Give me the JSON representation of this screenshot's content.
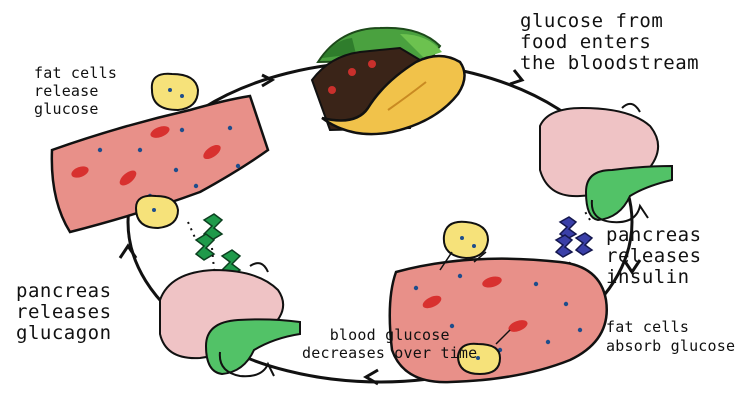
{
  "labels": {
    "glucose_from_food": [
      "glucose from",
      "food enters",
      "the bloodstream"
    ],
    "pancreas_releases_insulin": [
      "pancreas",
      "releases",
      "insulin"
    ],
    "fat_cells_absorb": [
      "fat cells",
      "absorb glucose"
    ],
    "blood_glucose_decreases": [
      "blood glucose",
      "decreases over time"
    ],
    "pancreas_releases_glucagon": [
      "pancreas",
      "releases",
      "glucagon"
    ],
    "fat_cells_release": [
      "fat cells",
      "release",
      "glucose"
    ]
  },
  "colors": {
    "vessel": "#e89089",
    "vessel_edge": "#c96f6a",
    "red_cell": "#d8312f",
    "liver": "#efc3c5",
    "pancreas": "#52c267",
    "insulin": "#3a3fa8",
    "glucagon": "#1f9a4a",
    "fat_cell": "#f6e27a",
    "taco_shell": "#f1c24a",
    "lettuce": "#4aa13f"
  }
}
